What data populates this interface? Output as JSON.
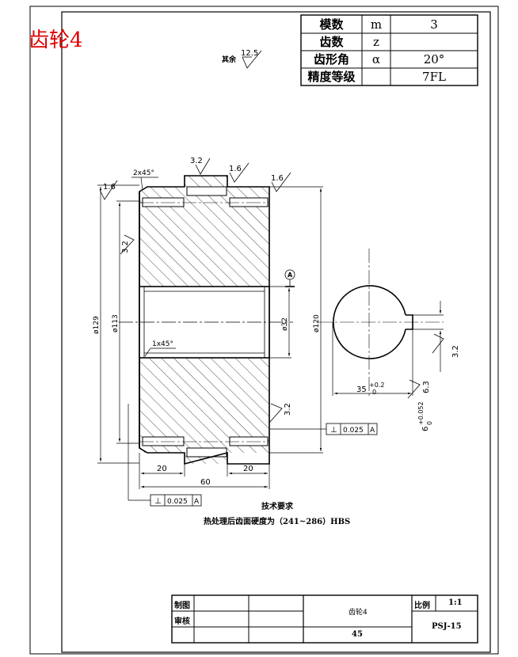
{
  "title": "齿轮4",
  "param_table": {
    "rows": [
      {
        "name": "模数",
        "symbol": "m",
        "value": "3"
      },
      {
        "name": "齿数",
        "symbol": "z",
        "value": ""
      },
      {
        "name": "齿形角",
        "symbol": "α",
        "value": "20°"
      },
      {
        "name": "精度等级",
        "symbol": "",
        "value": "7FL"
      }
    ]
  },
  "surface_finish": {
    "general_label": "其余",
    "general_value": "12.5",
    "top_left": "1.6",
    "top_mid": "3.2",
    "top_mid2": "1.6",
    "top_right": "1.6",
    "left_side": "3.2",
    "right_side": "3.2",
    "keyway_side": "6.3",
    "keyway_right": "3.2"
  },
  "dimensions": {
    "chamfer_top": "2x45°",
    "chamfer_bore": "1x45°",
    "dia_outer": "ø129",
    "dia_pitch": "ø113",
    "dia_bore": "ø32",
    "dia_hub": "ø120",
    "width_left": "20",
    "width_right": "20",
    "width_total": "60",
    "keyway_depth": "35",
    "keyway_depth_tol_upper": "+0.2",
    "keyway_depth_tol_lower": "0",
    "keyway_width": "6",
    "keyway_width_tol_upper": "+0.052",
    "keyway_width_tol_lower": "0",
    "datum": "A"
  },
  "tolerances": {
    "runout_right": {
      "symbol": "⊥",
      "value": "0.025",
      "datum": "A"
    },
    "runout_bottom": {
      "symbol": "⊥",
      "value": "0.025",
      "datum": "A"
    }
  },
  "notes": {
    "heading": "技术要求",
    "line1": "热处理后齿面硬度为（241~286）HBS"
  },
  "title_block": {
    "drawn_label": "制图",
    "checked_label": "审核",
    "part_name": "齿轮4",
    "ratio_label": "比例",
    "ratio_value": "1:1",
    "quantity": "45",
    "drawing_no": "PSJ-15"
  }
}
